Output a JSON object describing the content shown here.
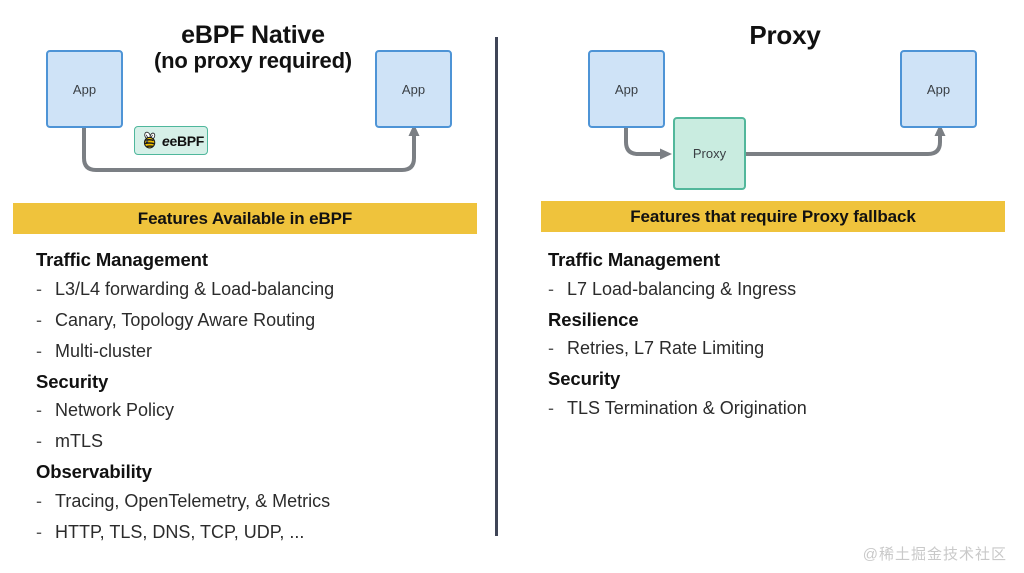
{
  "slide": {
    "watermark": "@稀土掘金技术社区"
  },
  "left": {
    "title": "eBPF Native",
    "subtitle": "(no proxy required)",
    "diagram": {
      "app_left_label": "App",
      "app_right_label": "App",
      "badge_label": "eBPF",
      "badge_icon": "bee-icon",
      "connector": "u-shaped-arrow"
    },
    "bar_label": "Features Available in eBPF",
    "groups": [
      {
        "heading": "Traffic Management",
        "items": [
          "L3/L4 forwarding & Load-balancing",
          "Canary, Topology Aware Routing",
          "Multi-cluster"
        ]
      },
      {
        "heading": "Security",
        "items": [
          "Network Policy",
          "mTLS"
        ]
      },
      {
        "heading": "Observability",
        "items": [
          "Tracing, OpenTelemetry, & Metrics",
          "HTTP, TLS, DNS, TCP, UDP, ..."
        ]
      }
    ]
  },
  "right": {
    "title": "Proxy",
    "diagram": {
      "app_left_label": "App",
      "app_right_label": "App",
      "proxy_label": "Proxy",
      "connector": "app-to-proxy-to-app-arrows"
    },
    "bar_label": "Features that require Proxy fallback",
    "groups": [
      {
        "heading": "Traffic Management",
        "items": [
          "L7 Load-balancing & Ingress"
        ]
      },
      {
        "heading": "Resilience",
        "items": [
          "Retries, L7 Rate Limiting"
        ]
      },
      {
        "heading": "Security",
        "items": [
          "TLS Termination & Origination"
        ]
      }
    ]
  },
  "bullet": {
    "dash": "-"
  },
  "colors": {
    "bar_yellow": "#efc33c",
    "app_fill": "#cfe3f7",
    "app_border": "#4e94d6",
    "proxy_fill": "#c9ece0",
    "proxy_border": "#52b79b",
    "connector_gray": "#7b7f84",
    "divider_navy": "#3f4557"
  }
}
